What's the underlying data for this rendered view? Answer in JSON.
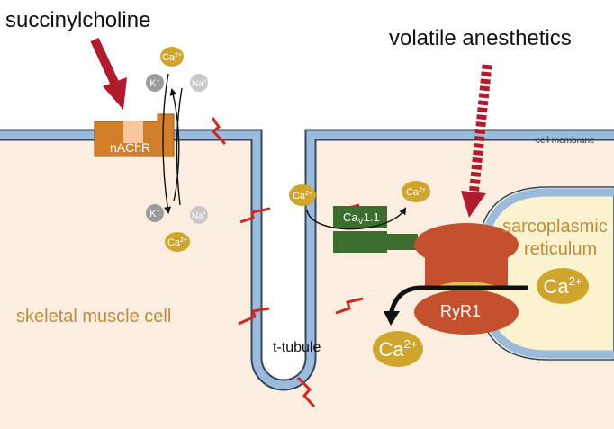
{
  "labels": {
    "succinylcholine": "succinylcholine",
    "volatile_anesthetics": "volatile anesthetics",
    "cell_membrane": "cell membrane",
    "nachr": "nAChR",
    "skeletal_muscle_cell": "skeletal muscle cell",
    "t_tubule": "t-tubule",
    "cav_main": "Ca",
    "cav_sub": "V",
    "cav_tail": "1.1",
    "ryr1": "RyR1",
    "sr_line1": "sarcoplasmic",
    "sr_line2": "reticulum"
  },
  "ions": {
    "ca_base": "Ca",
    "ca_charge": "2+",
    "k_base": "K",
    "k_charge": "+",
    "na_base": "Na",
    "na_charge": "+"
  },
  "colors": {
    "cytoplasm": "#fbeee1",
    "membrane": "#9bbbdc",
    "membrane_edge": "#34465e",
    "nachr": "#d17f2a",
    "cav": "#3c6e2f",
    "ryr": "#c5502e",
    "ryr_core": "#dcc45a",
    "sr_fill": "#fbf3cf",
    "calcium": "#cfa52d",
    "ion_gray": "#9c9c9c",
    "arrow_red": "#b01c2e",
    "spark_red": "#d02a1e",
    "label_brown": "#c08a3c"
  }
}
